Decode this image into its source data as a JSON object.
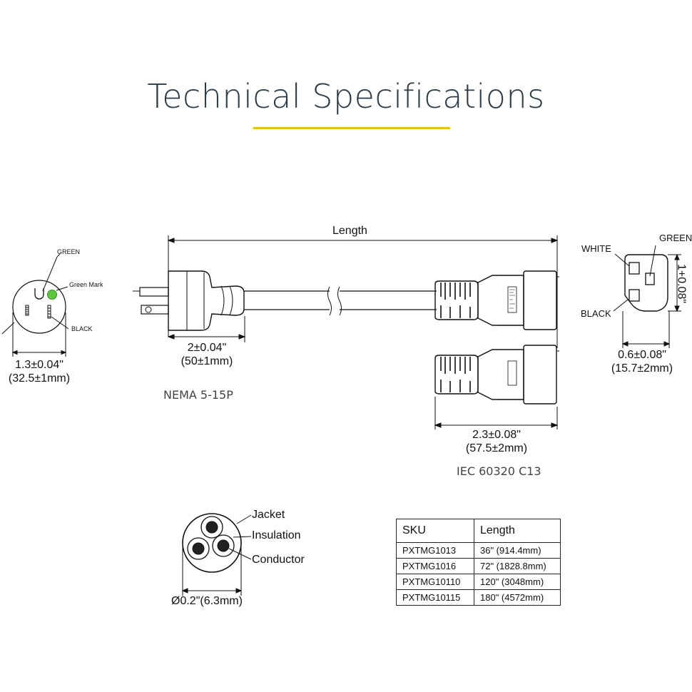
{
  "title": "Technical Specifications",
  "colors": {
    "title": "#2b3b47",
    "accent": "#e8c21c",
    "green_mark": "#5cc83c"
  },
  "nema_face": {
    "label_green": "GREEN",
    "label_green_mark": "Green Mark",
    "label_black": "BLACK",
    "dim_inch": "1.3±0.04\"",
    "dim_mm": "(32.5±1mm)"
  },
  "cord": {
    "length_label": "Length",
    "plug_dim_inch": "2±0.04\"",
    "plug_dim_mm": "(50±1mm)",
    "plug_type": "NEMA 5-15P",
    "conn_dim_inch": "2.3±0.08\"",
    "conn_dim_mm": "(57.5±2mm)",
    "conn_type": "IEC 60320 C13"
  },
  "c13_face": {
    "label_white": "WHITE",
    "label_green": "GREEN",
    "label_black": "BLACK",
    "height_dim": "1+0.08\"",
    "width_inch": "0.6±0.08\"",
    "width_mm": "(15.7±2mm)"
  },
  "cross_section": {
    "jacket": "Jacket",
    "insulation": "Insulation",
    "conductor": "Conductor",
    "diameter": "Ø0.2\"(6.3mm)"
  },
  "table": {
    "headers": [
      "SKU",
      "Length"
    ],
    "rows": [
      [
        "PXTMG1013",
        "36\" (914.4mm)"
      ],
      [
        "PXTMG1016",
        "72\" (1828.8mm)"
      ],
      [
        "PXTMG10110",
        "120\" (3048mm)"
      ],
      [
        "PXTMG10115",
        "180\" (4572mm)"
      ]
    ]
  }
}
